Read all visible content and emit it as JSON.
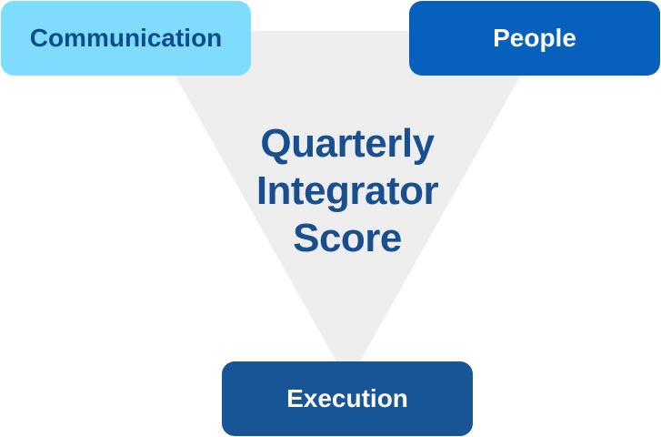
{
  "diagram": {
    "title_lines": [
      "Quarterly",
      "Integrator",
      "Score"
    ],
    "nodes": {
      "communication": {
        "label": "Communication"
      },
      "people": {
        "label": "People"
      },
      "execution": {
        "label": "Execution"
      }
    }
  },
  "colors": {
    "triangle": "#eeeeee",
    "title_text": "#1a4f8f",
    "communication_bg": "#80dcfc",
    "communication_text": "#0f4c8c",
    "people_bg": "#0860bd",
    "people_text": "#ffffff",
    "execution_bg": "#175596",
    "execution_text": "#ffffff"
  }
}
